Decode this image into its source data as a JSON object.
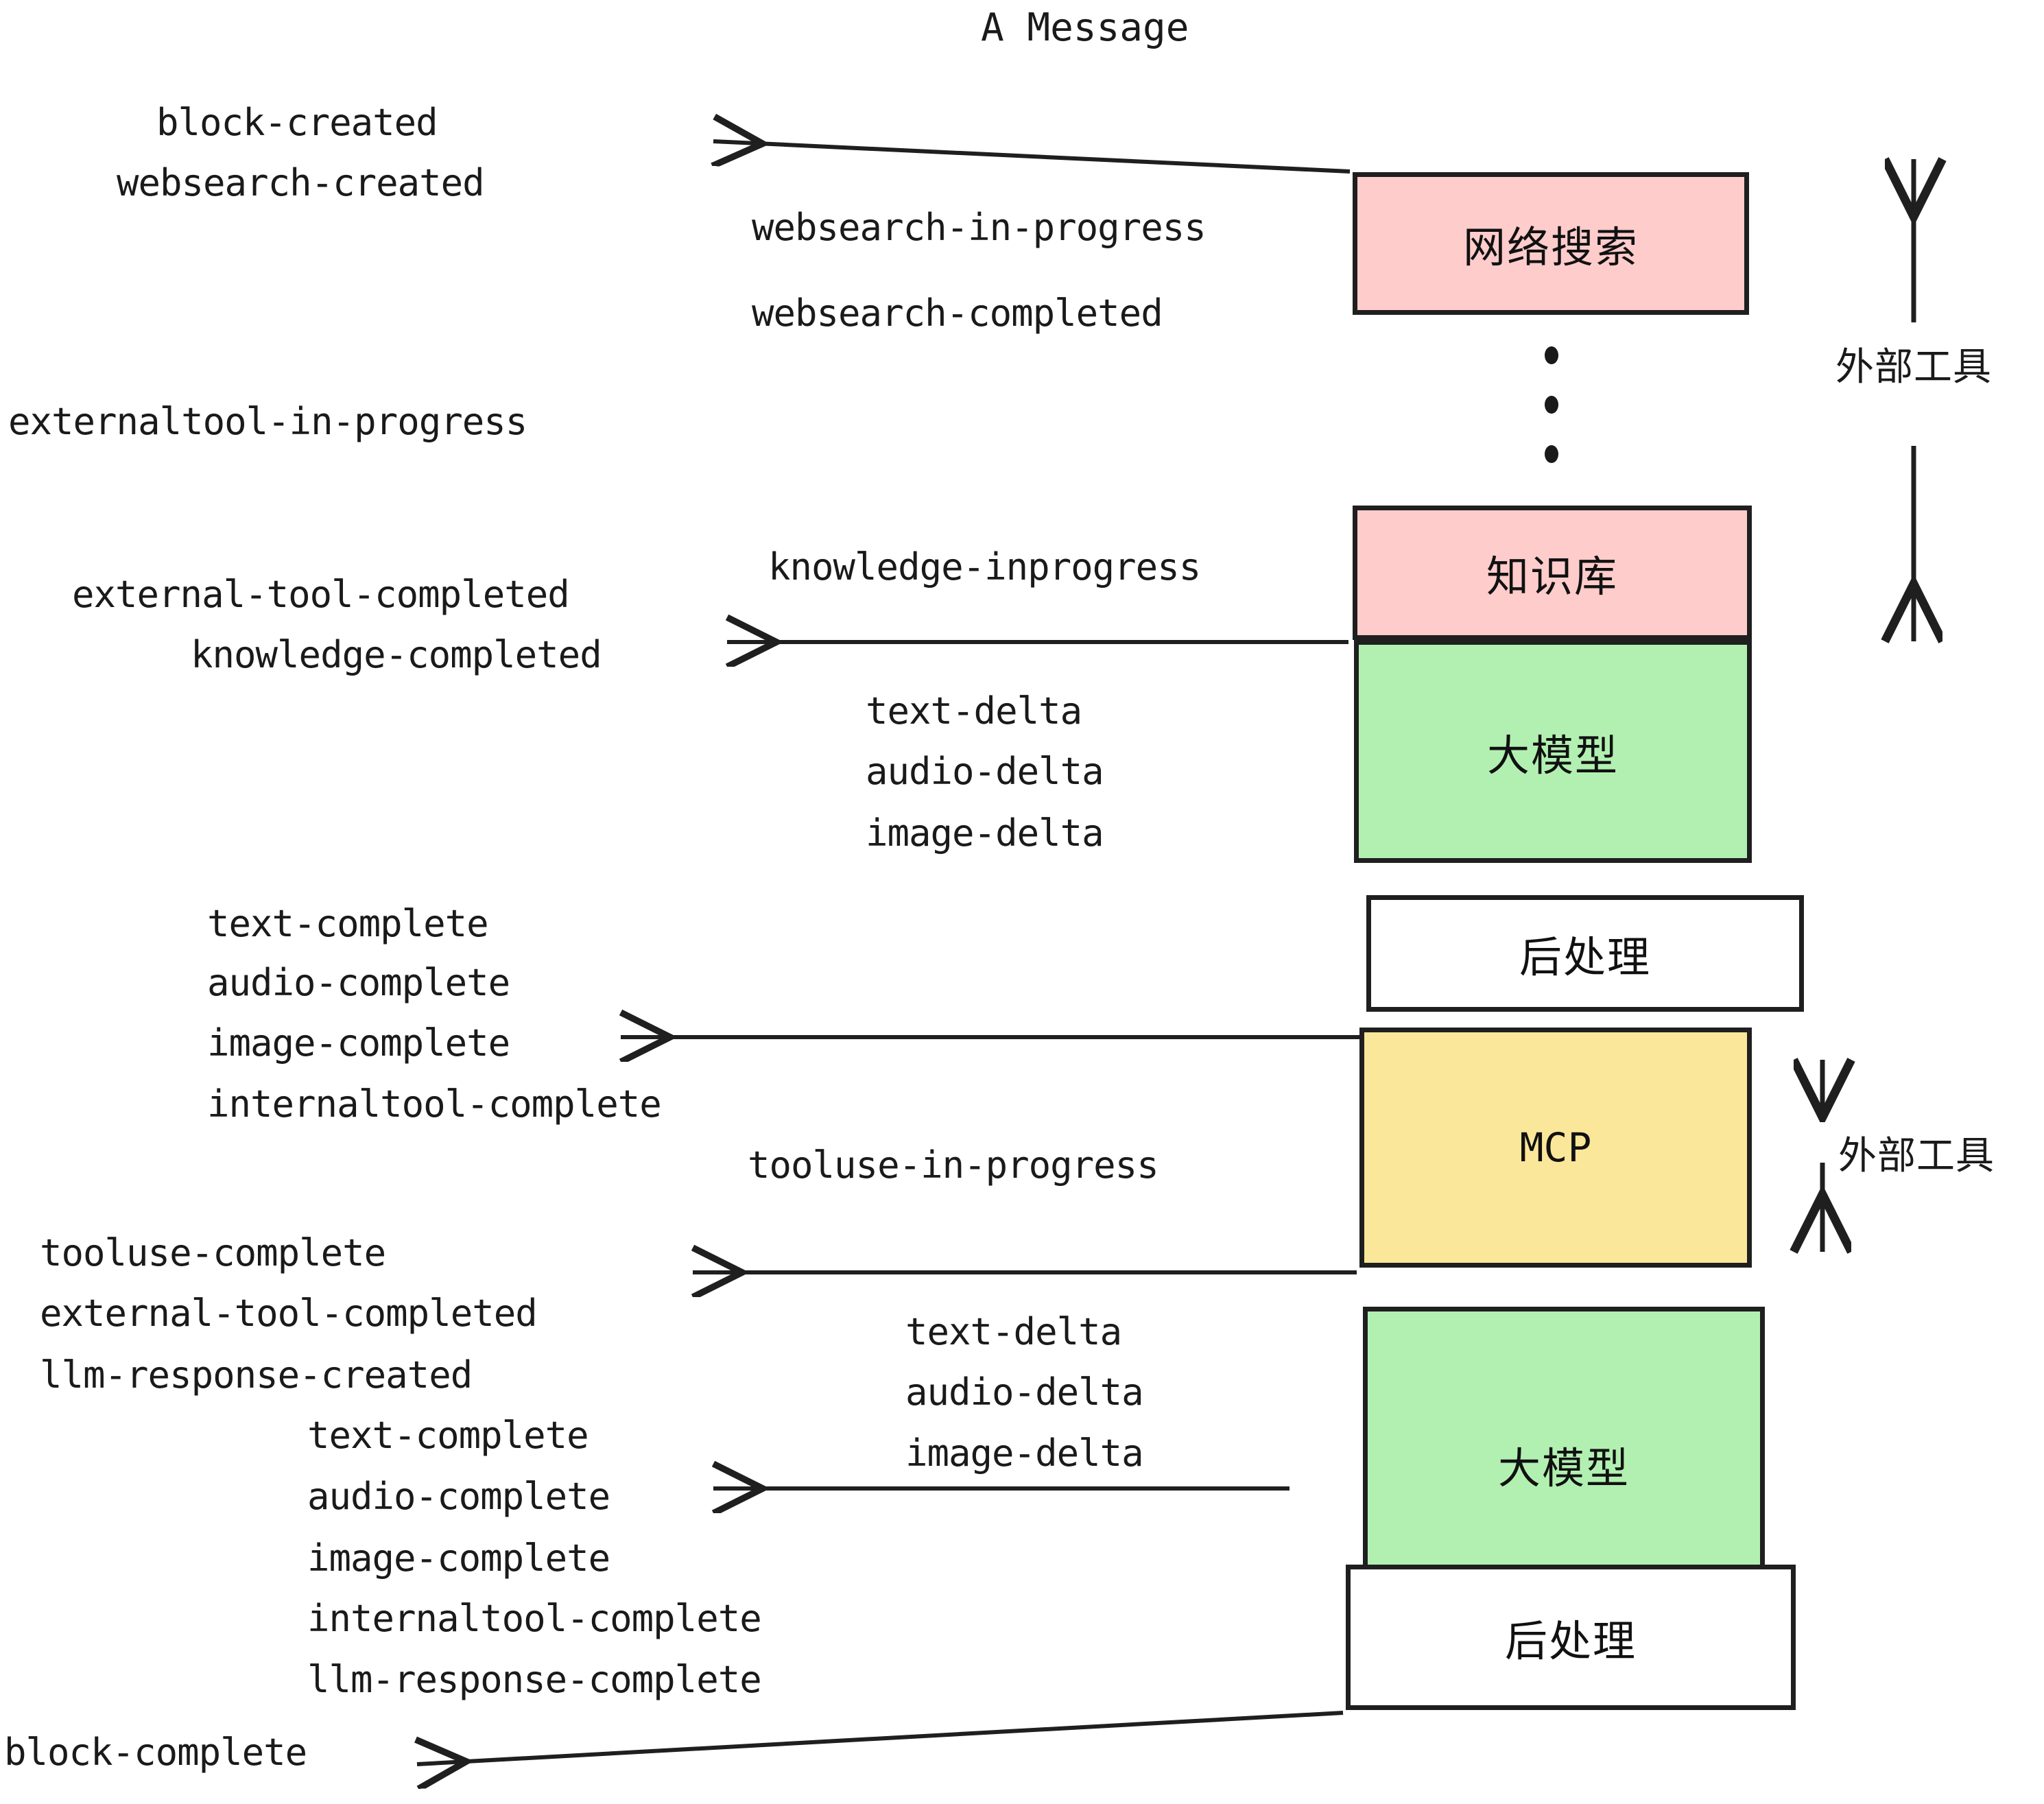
{
  "title": "A Message",
  "colors": {
    "pink": "#ffcccc",
    "green": "#b2f0b2",
    "yellow": "#fbe79a",
    "white": "#ffffff",
    "stroke": "#1f1f1f",
    "text": "#1a1a1a"
  },
  "nodes": [
    {
      "id": "websearch",
      "label": "网络搜索",
      "fill": "#ffcccc",
      "mono": false
    },
    {
      "id": "knowledge",
      "label": "知识库",
      "fill": "#ffcccc",
      "mono": false
    },
    {
      "id": "llm-1",
      "label": "大模型",
      "fill": "#b2f0b2",
      "mono": false
    },
    {
      "id": "postprocess-1",
      "label": "后处理",
      "fill": "#ffffff",
      "mono": false
    },
    {
      "id": "mcp",
      "label": "MCP",
      "fill": "#fbe79a",
      "mono": true
    },
    {
      "id": "llm-2",
      "label": "大模型",
      "fill": "#b2f0b2",
      "mono": false
    },
    {
      "id": "postprocess-2",
      "label": "后处理",
      "fill": "#ffffff",
      "mono": false
    }
  ],
  "events": {
    "block_created": "block-created",
    "websearch_created": "websearch-created",
    "websearch_in_progress": "websearch-in-progress",
    "websearch_completed": "websearch-completed",
    "externaltool_in_progress": "externaltool-in-progress",
    "knowledge_inprogress": "knowledge-inprogress",
    "external_tool_completed_1": "external-tool-completed",
    "knowledge_completed": "knowledge-completed",
    "text_delta_1": "text-delta",
    "audio_delta_1": "audio-delta",
    "image_delta_1": "image-delta",
    "text_complete_1": "text-complete",
    "audio_complete_1": "audio-complete",
    "image_complete_1": "image-complete",
    "internaltool_complete_1": "internaltool-complete",
    "tooluse_in_progress": "tooluse-in-progress",
    "tooluse_complete": "tooluse-complete",
    "external_tool_completed_2": "external-tool-completed",
    "llm_response_created": "llm-response-created",
    "text_delta_2": "text-delta",
    "audio_delta_2": "audio-delta",
    "image_delta_2": "image-delta",
    "text_complete_2": "text-complete",
    "audio_complete_2": "audio-complete",
    "image_complete_2": "image-complete",
    "internaltool_complete_2": "internaltool-complete",
    "llm_response_complete": "llm-response-complete",
    "block_complete": "block-complete"
  },
  "side_labels": {
    "external_tool_top": "外部工具",
    "external_tool_bottom": "外部工具"
  }
}
